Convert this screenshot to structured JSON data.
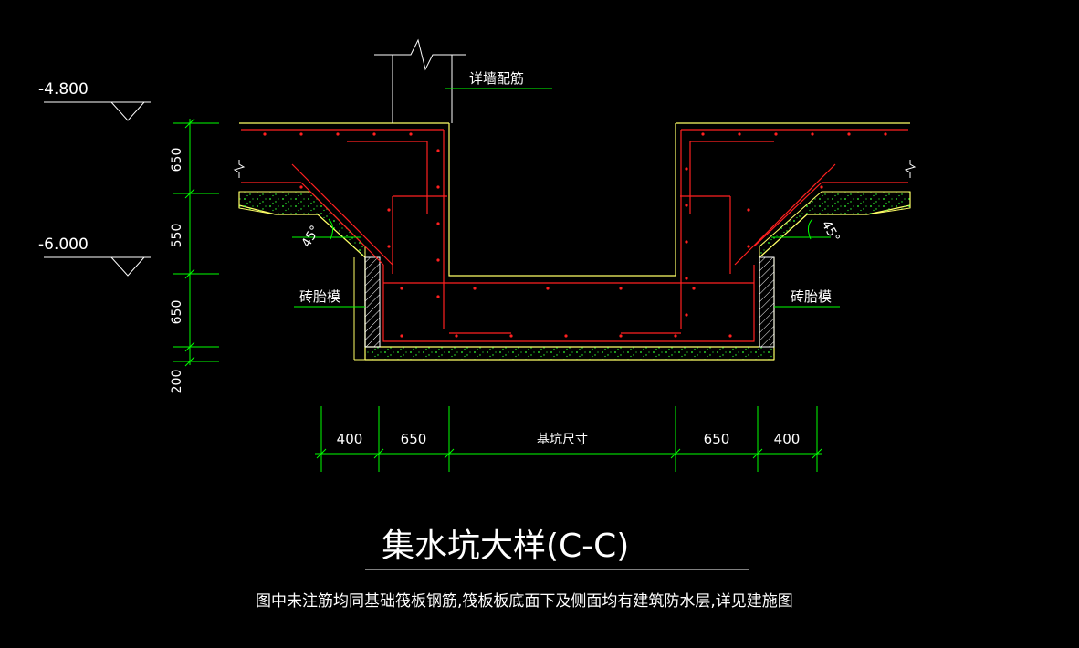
{
  "levels": {
    "top": "-4.800",
    "bottom": "-6.000"
  },
  "vertical_dims": [
    "650",
    "550",
    "650",
    "200"
  ],
  "horizontal_dims": [
    "400",
    "650",
    "基坑尺寸",
    "650",
    "400"
  ],
  "labels": {
    "wall_rebar": "详墙配筋",
    "brick_mold_left": "砖胎模",
    "brick_mold_right": "砖胎模",
    "angle_left": "45°",
    "angle_right": "45°"
  },
  "title": "集水坑大样(C-C)",
  "note": "图中未注筋均同基础筏板钢筋,筏板板底面下及侧面均有建筑防水层,详见建施图",
  "colors": {
    "background": "#000000",
    "outline": "#ffff66",
    "rebar": "#ff2020",
    "dim": "#00ff00",
    "text": "#ffffff",
    "concrete_fill": "#33ff33",
    "hatch": "#ffffff"
  }
}
